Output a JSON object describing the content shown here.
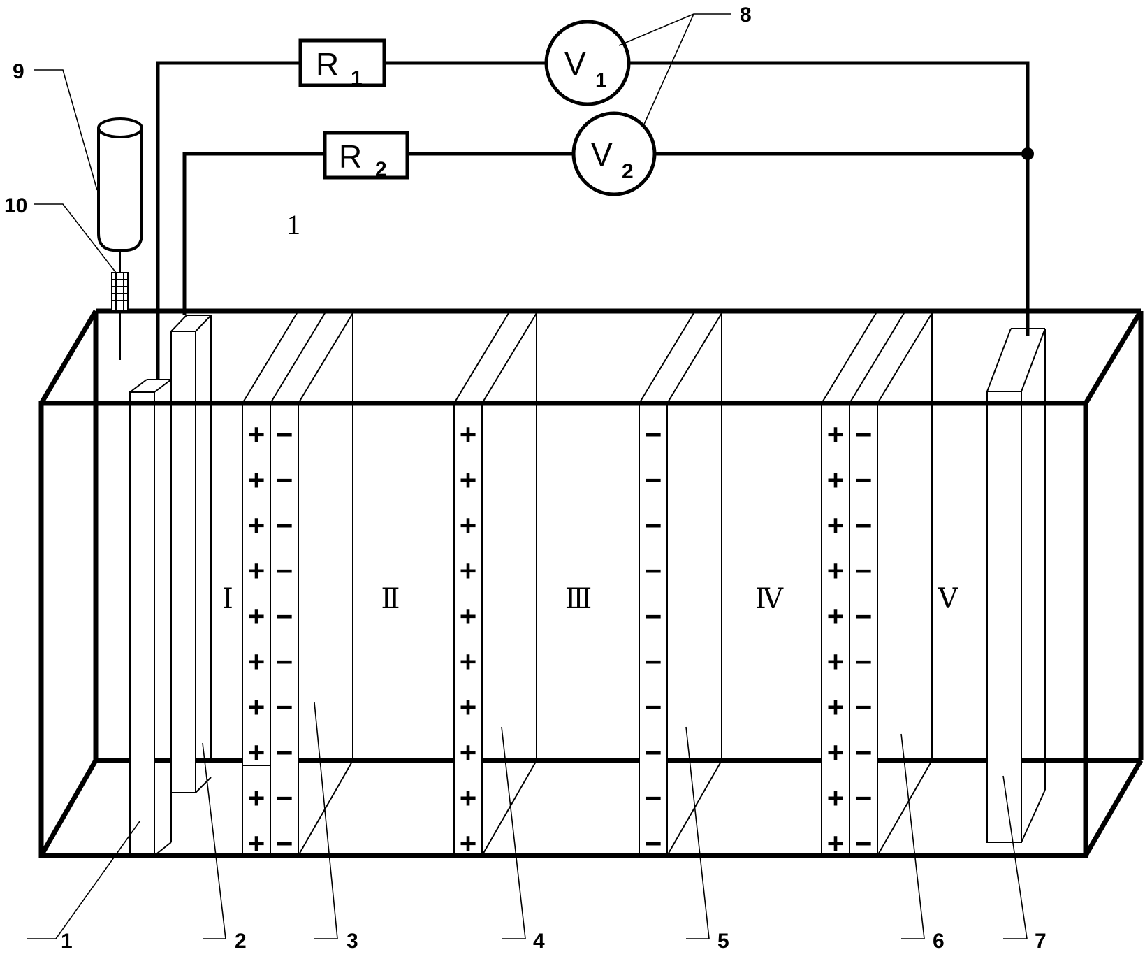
{
  "components": {
    "resistor_1": {
      "letter": "R",
      "sub": "1"
    },
    "resistor_2": {
      "letter": "R",
      "sub": "2"
    },
    "voltmeter_1": {
      "letter": "V",
      "sub": "1"
    },
    "voltmeter_2": {
      "letter": "V",
      "sub": "2"
    }
  },
  "stray_mark": "1",
  "chambers": [
    "Ⅰ",
    "Ⅱ",
    "Ⅲ",
    "Ⅳ",
    "Ⅴ"
  ],
  "membrane_signs": {
    "plus": "+",
    "minus": "−"
  },
  "callouts": {
    "c1": "1",
    "c2": "2",
    "c3": "3",
    "c4": "4",
    "c5": "5",
    "c6": "6",
    "c7": "7",
    "c8": "8",
    "c9": "9",
    "c10": "10"
  }
}
